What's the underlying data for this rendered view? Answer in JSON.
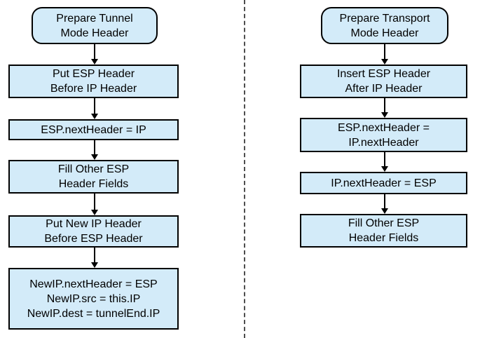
{
  "diagram": {
    "left": {
      "nodes": [
        {
          "shape": "rounded",
          "lines": [
            "Prepare Tunnel",
            "Mode Header"
          ]
        },
        {
          "shape": "rect",
          "lines": [
            "Put ESP Header",
            "Before IP Header"
          ]
        },
        {
          "shape": "rect",
          "lines": [
            "ESP.nextHeader = IP"
          ]
        },
        {
          "shape": "rect",
          "lines": [
            "Fill Other ESP",
            "Header Fields"
          ]
        },
        {
          "shape": "rect",
          "lines": [
            "Put New IP Header",
            "Before ESP Header"
          ]
        },
        {
          "shape": "rect",
          "lines": [
            "NewIP.nextHeader = ESP",
            "NewIP.src = this.IP",
            "NewIP.dest = tunnelEnd.IP"
          ]
        }
      ],
      "edges": [
        "Prepare Tunnel Mode Header -> Put ESP Header Before IP Header",
        "Put ESP Header Before IP Header -> ESP.nextHeader = IP",
        "ESP.nextHeader = IP -> Fill Other ESP Header Fields",
        "Fill Other ESP Header Fields -> Put New IP Header Before ESP Header",
        "Put New IP Header Before ESP Header -> NewIP.nextHeader = ESP / NewIP.src = this.IP / NewIP.dest = tunnelEnd.IP"
      ]
    },
    "right": {
      "nodes": [
        {
          "shape": "rounded",
          "lines": [
            "Prepare Transport",
            "Mode Header"
          ]
        },
        {
          "shape": "rect",
          "lines": [
            "Insert ESP Header",
            "After IP Header"
          ]
        },
        {
          "shape": "rect",
          "lines": [
            "ESP.nextHeader =",
            "IP.nextHeader"
          ]
        },
        {
          "shape": "rect",
          "lines": [
            "IP.nextHeader = ESP"
          ]
        },
        {
          "shape": "rect",
          "lines": [
            "Fill Other ESP",
            "Header Fields"
          ]
        }
      ],
      "edges": [
        "Prepare Transport Mode Header -> Insert ESP Header After IP Header",
        "Insert ESP Header After IP Header -> ESP.nextHeader = IP.nextHeader",
        "ESP.nextHeader = IP.nextHeader -> IP.nextHeader = ESP",
        "IP.nextHeader = ESP -> Fill Other ESP Header Fields"
      ]
    },
    "colors": {
      "node_fill": "#d3ebf9",
      "node_border": "#000000",
      "arrow": "#000000",
      "separator": "#4d4d4d",
      "background": "#ffffff"
    }
  }
}
